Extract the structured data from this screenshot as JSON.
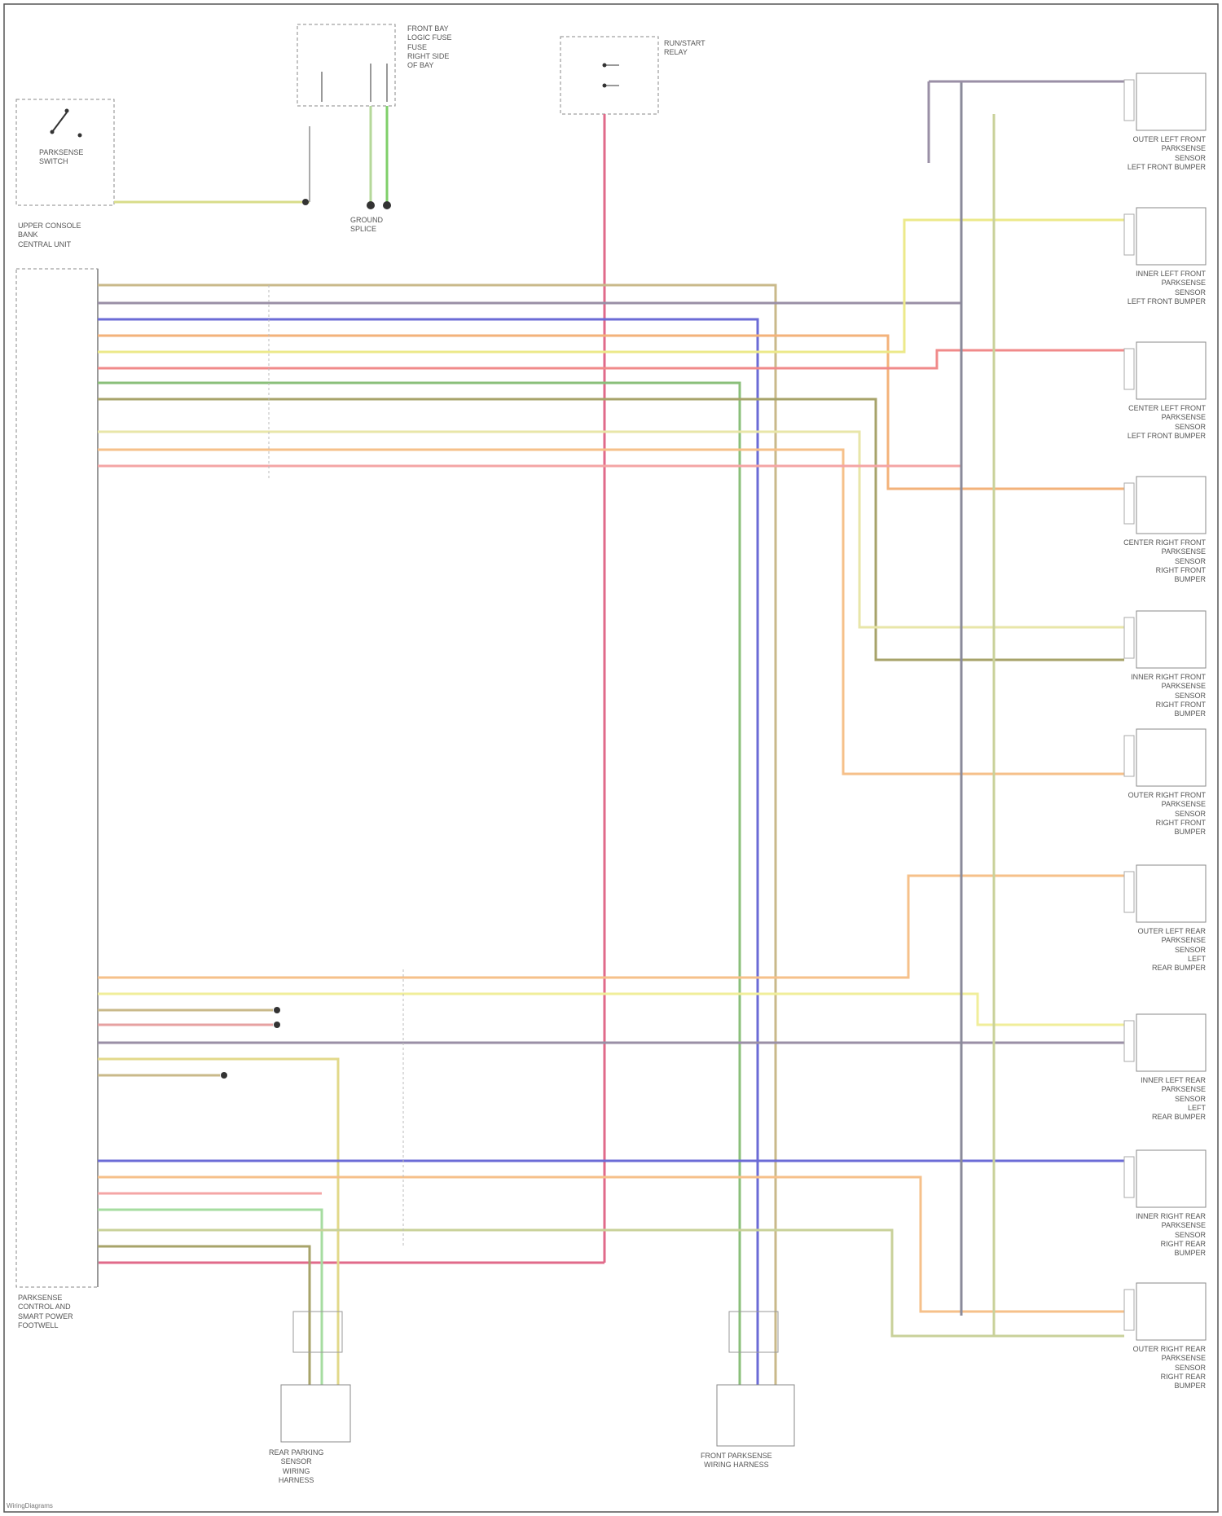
{
  "components": {
    "parking_switch": "PARKSENSE\nSWITCH",
    "switch_host": "UPPER CONSOLE\nBANK\nCENTRAL UNIT",
    "module": "PARKSENSE\nCONTROL AND\nSMART POWER\nFOOTWELL",
    "fuse_block": "FRONT BAY\nLOGIC FUSE\nFUSE\nRIGHT SIDE\nOF BAY",
    "relay": "RUN/START\nRELAY",
    "ground_splice": "GROUND\nSPLICE",
    "sensors": [
      "OUTER LEFT FRONT\nPARKSENSE\nSENSOR\nLEFT FRONT BUMPER",
      "INNER LEFT FRONT\nPARKSENSE\nSENSOR\nLEFT FRONT BUMPER",
      "CENTER LEFT FRONT\nPARKSENSE\nSENSOR\nLEFT FRONT BUMPER",
      "CENTER RIGHT FRONT\nPARKSENSE\nSENSOR\nRIGHT FRONT\nBUMPER",
      "INNER RIGHT FRONT\nPARKSENSE\nSENSOR\nRIGHT FRONT\nBUMPER",
      "OUTER RIGHT FRONT\nPARKSENSE\nSENSOR\nRIGHT FRONT\nBUMPER",
      "OUTER LEFT REAR\nPARKSENSE\nSENSOR\nLEFT\nREAR BUMPER",
      "INNER LEFT REAR\nPARKSENSE\nSENSOR\nLEFT\nREAR BUMPER",
      "INNER RIGHT REAR\nPARKSENSE\nSENSOR\nRIGHT REAR\nBUMPER",
      "OUTER RIGHT REAR\nPARKSENSE\nSENSOR\nRIGHT REAR\nBUMPER"
    ],
    "bottom_left": "REAR PARKING\nSENSOR\nWIRING\nHARNESS",
    "bottom_right": "FRONT PARKSENSE\nWIRING HARNESS"
  },
  "footer": "WiringDiagrams"
}
